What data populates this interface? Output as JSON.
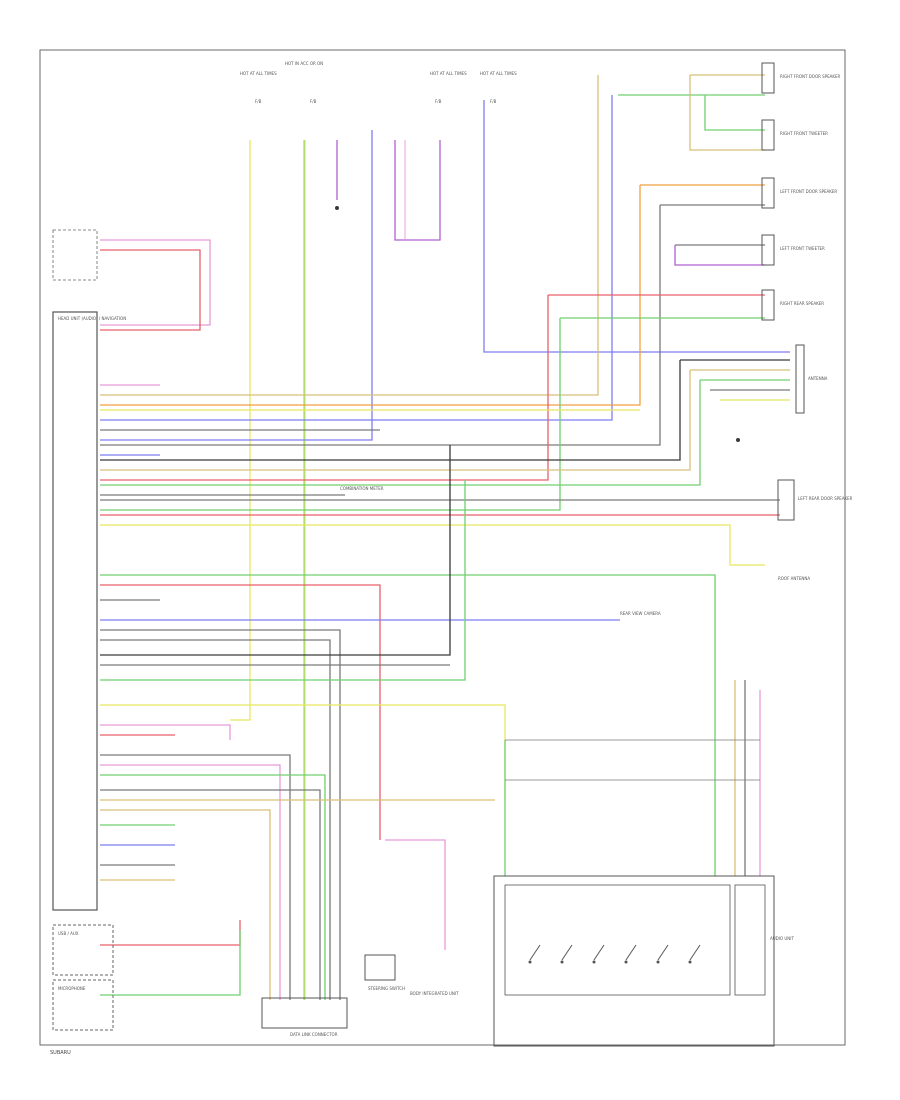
{
  "header": {
    "labels": [
      {
        "id": "hot-at-all-times-1",
        "text": "HOT AT ALL TIMES"
      },
      {
        "id": "hot-in-acc-or-on",
        "text": "HOT IN ACC OR ON"
      },
      {
        "id": "hot-at-all-times-2",
        "text": "HOT AT ALL TIMES"
      },
      {
        "id": "hot-at-all-times-3",
        "text": "HOT AT ALL TIMES"
      }
    ],
    "fuse_labels": [
      "F/B",
      "F/B",
      "F/B",
      "F/B"
    ]
  },
  "components": {
    "head_unit": "HEAD UNIT (AUDIO) / NAVIGATION",
    "speakers": [
      "RIGHT FRONT DOOR SPEAKER",
      "RIGHT FRONT TWEETER",
      "LEFT FRONT DOOR SPEAKER",
      "LEFT FRONT TWEETER",
      "RIGHT REAR SPEAKER"
    ],
    "left_rear_speaker": "LEFT REAR DOOR SPEAKER",
    "antenna": "ANTENNA",
    "steering_switch": "STEERING SWITCH",
    "usb_aux": "USB / AUX",
    "microphone": "MICROPHONE",
    "rear_camera": "REAR VIEW CAMERA",
    "audio_unit": "AUDIO UNIT",
    "roof_antenna": "ROOF ANTENNA",
    "combination_meter": "COMBINATION METER",
    "body_integrated_unit": "BODY INTEGRATED UNIT",
    "data_link": "DATA LINK CONNECTOR",
    "footer": "SUBARU"
  },
  "colors": {
    "red": "#e8606a",
    "pink": "#e89ad8",
    "yellow": "#e8e860",
    "green": "#70d070",
    "blue": "#7e7ef0",
    "gray": "#7a7a7a",
    "tan": "#d8c078",
    "black": "#3a3a3a",
    "purple": "#b060d0",
    "orange": "#f0a040",
    "frame": "#6a6a6a"
  }
}
